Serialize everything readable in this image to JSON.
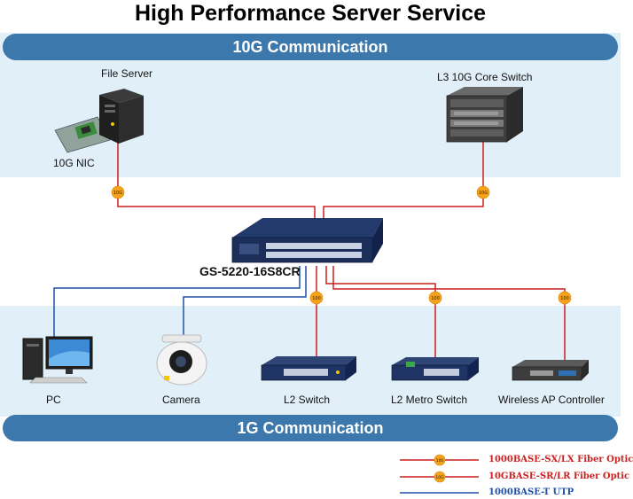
{
  "title": "High Performance Server Service",
  "bands": {
    "top": "10G Communication",
    "bottom": "1G Communication"
  },
  "core_switch": {
    "model": "GS-5220-16S8CR"
  },
  "devices": {
    "file_server": "File Server",
    "nic": "10G NIC",
    "core": "L3 10G Core Switch",
    "pc": "PC",
    "camera": "Camera",
    "l2_switch": "L2 Switch",
    "l2_metro": "L2 Metro Switch",
    "wireless": "Wireless AP Controller"
  },
  "link_badges": {
    "ten_g": "10G",
    "one_g": "100"
  },
  "legend": [
    {
      "label": "1000BASE-SX/LX Fiber Optic",
      "badge": "100",
      "color": "#cc1f1f"
    },
    {
      "label": "10GBASE-SR/LR Fiber Optic",
      "badge": "10G",
      "color": "#cc1f1f"
    },
    {
      "label": "1000BASE-T UTP",
      "badge": "",
      "color": "#1f4fa8"
    }
  ],
  "colors": {
    "fiber": "#cc1f1f",
    "utp": "#1f4fa8",
    "band": "#3d78ad",
    "zone": "#e1f0f8",
    "badge": "#f7a21b"
  }
}
